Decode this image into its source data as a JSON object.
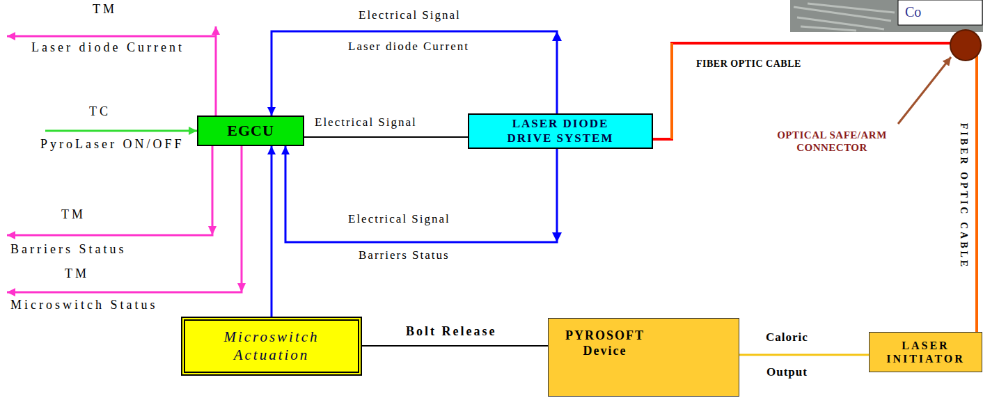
{
  "diagram": {
    "nodes": [
      {
        "text": [
          "EGCU"
        ]
      },
      {
        "text": [
          "LASER DIODE DRIVE SYSTEM"
        ]
      },
      {
        "text": [
          "Microswitch Actuation"
        ]
      },
      {
        "text": [
          "PYROSOFT Device"
        ]
      },
      {
        "text": [
          "LASER INITIATOR"
        ]
      }
    ],
    "edges": [
      {
        "from": 0,
        "to": 1,
        "label": "Electrical Signal",
        "arrow": "none"
      },
      {
        "from": 1,
        "to": 0,
        "label": "Laser diode Current",
        "arrow": "to"
      },
      {
        "from": 1,
        "to": 0,
        "label": "Barriers Status",
        "arrow": "to"
      },
      {
        "from": 2,
        "to": 0,
        "arrow": "to"
      },
      {
        "from": 2,
        "to": 3,
        "label": "Bolt Release",
        "arrow": "none"
      },
      {
        "from": 3,
        "to": 4,
        "label": "Caloric Output",
        "arrow": "none"
      },
      {
        "from": 1,
        "to": 4,
        "label": "FIBER OPTIC CABLE",
        "arrow": "none"
      }
    ],
    "labels": [
      "Electrical Signal",
      "Electrical Signal",
      "TM",
      "Laser diode Current",
      "TC",
      "PyroLaser ON/OFF",
      "TM",
      "Barriers Status",
      "TM",
      "Microswitch Status",
      "OPTICAL SAFE/ARM CONNECTOR",
      "FIBER OPTIC CABLE",
      "Co"
    ]
  }
}
